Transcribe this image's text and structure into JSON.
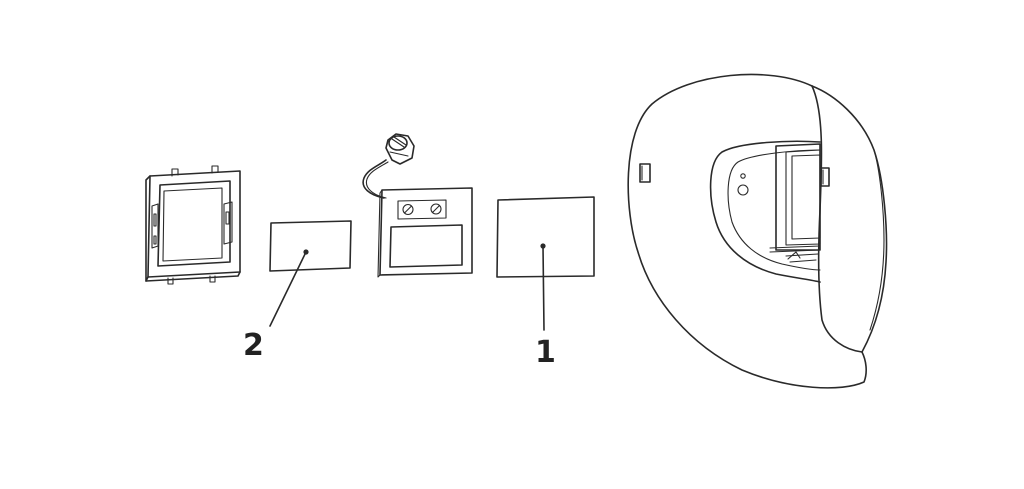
{
  "callouts": [
    {
      "label": "2",
      "target": "clear-lens-inner"
    },
    {
      "label": "1",
      "target": "clear-lens-outer"
    }
  ],
  "colors": {
    "line": "#2a2a2a",
    "background": "#ffffff"
  }
}
